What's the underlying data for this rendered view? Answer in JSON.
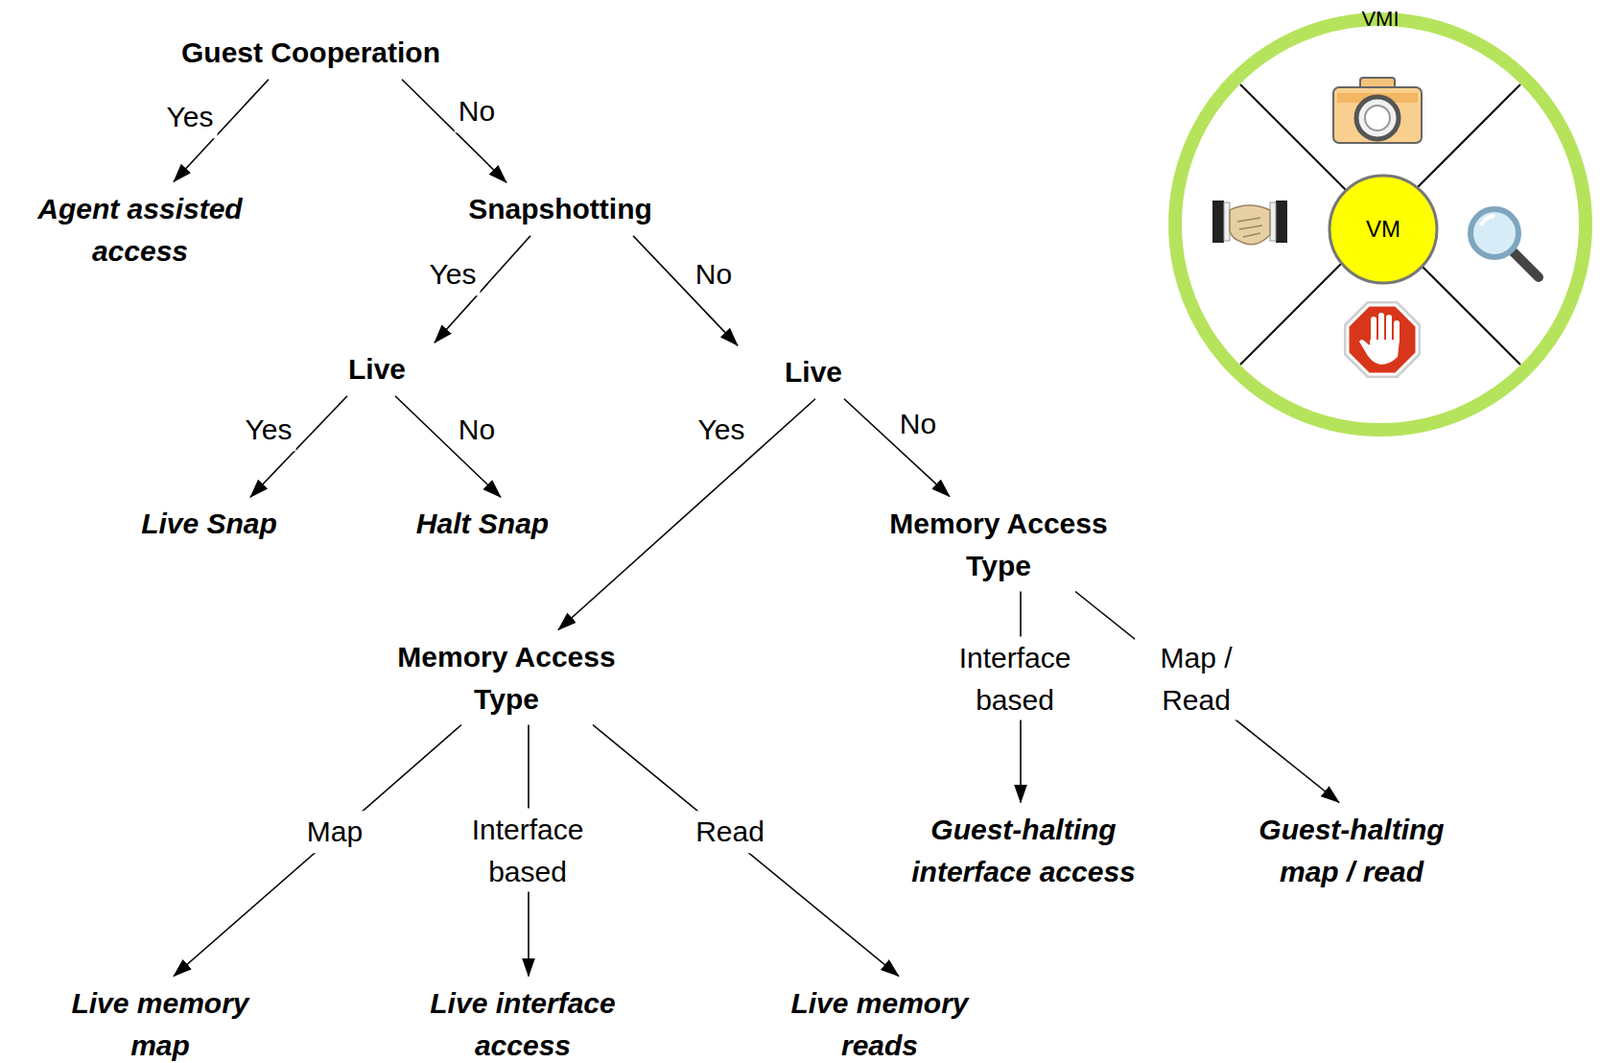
{
  "diagram": {
    "nodes": [
      {
        "text": [
          "Guest Cooperation"
        ]
      },
      {
        "text": [
          "Agent assisted access"
        ]
      },
      {
        "text": [
          "Snapshotting"
        ]
      },
      {
        "text": [
          "Live"
        ]
      },
      {
        "text": [
          "Live"
        ]
      },
      {
        "text": [
          "Live Snap"
        ]
      },
      {
        "text": [
          "Halt Snap"
        ]
      },
      {
        "text": [
          "Memory Access Type"
        ]
      },
      {
        "text": [
          "Memory Access Type"
        ]
      },
      {
        "text": [
          "Guest-halting interface access"
        ]
      },
      {
        "text": [
          "Guest-halting map / read"
        ]
      },
      {
        "text": [
          "Live memory map"
        ]
      },
      {
        "text": [
          "Live interface access"
        ]
      },
      {
        "text": [
          "Live memory reads"
        ]
      },
      {
        "text": [
          "VMI"
        ]
      },
      {
        "text": [
          "VM"
        ],
        "in": 14
      }
    ],
    "edges": [
      {
        "from": 0,
        "to": 1,
        "label": "Yes",
        "arrow": "to"
      },
      {
        "from": 0,
        "to": 2,
        "label": "No",
        "arrow": "to"
      },
      {
        "from": 2,
        "to": 3,
        "label": "Yes",
        "arrow": "to"
      },
      {
        "from": 2,
        "to": 4,
        "label": "No",
        "arrow": "to"
      },
      {
        "from": 3,
        "to": 5,
        "label": "Yes",
        "arrow": "to"
      },
      {
        "from": 3,
        "to": 6,
        "label": "No",
        "arrow": "to"
      },
      {
        "from": 4,
        "to": 8,
        "label": "Yes",
        "arrow": "to"
      },
      {
        "from": 4,
        "to": 7,
        "label": "No",
        "arrow": "to"
      },
      {
        "from": 7,
        "to": 9,
        "label": "Interface based",
        "arrow": "to"
      },
      {
        "from": 7,
        "to": 10,
        "label": "Map / Read",
        "arrow": "to"
      },
      {
        "from": 8,
        "to": 11,
        "label": "Map",
        "arrow": "to"
      },
      {
        "from": 8,
        "to": 12,
        "label": "Interface based",
        "arrow": "to"
      },
      {
        "from": 8,
        "to": 13,
        "label": "Read",
        "arrow": "to"
      }
    ]
  }
}
